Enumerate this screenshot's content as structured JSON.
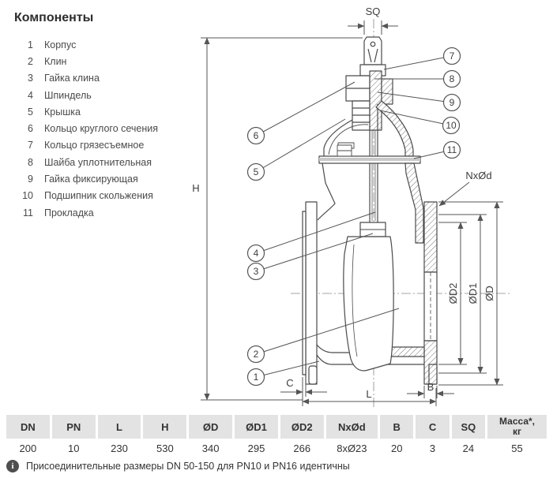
{
  "components": {
    "title": "Компоненты",
    "items": [
      {
        "num": "1",
        "label": "Корпус"
      },
      {
        "num": "2",
        "label": "Клин"
      },
      {
        "num": "3",
        "label": "Гайка клина"
      },
      {
        "num": "4",
        "label": "Шпиндель"
      },
      {
        "num": "5",
        "label": "Крышка"
      },
      {
        "num": "6",
        "label": "Кольцо круглого сечения"
      },
      {
        "num": "7",
        "label": "Кольцо грязесъемное"
      },
      {
        "num": "8",
        "label": "Шайба уплотнительная"
      },
      {
        "num": "9",
        "label": "Гайка фиксирующая"
      },
      {
        "num": "10",
        "label": "Подшипник скольжения"
      },
      {
        "num": "11",
        "label": "Прокладка"
      }
    ]
  },
  "drawing": {
    "dims": {
      "sq": "SQ",
      "h": "H",
      "l": "L",
      "b": "B",
      "c": "C",
      "nxod": "NxØd",
      "od": "ØD",
      "od1": "ØD1",
      "od2": "ØD2"
    },
    "callouts": [
      "1",
      "2",
      "3",
      "4",
      "5",
      "6",
      "7",
      "8",
      "9",
      "10",
      "11"
    ]
  },
  "table": {
    "columns": [
      "DN",
      "PN",
      "L",
      "H",
      "ØD",
      "ØD1",
      "ØD2",
      "NxØd",
      "B",
      "C",
      "SQ"
    ],
    "mass_header": {
      "line1": "Масса*,",
      "line2": "кг"
    },
    "values": [
      "200",
      "10",
      "230",
      "530",
      "340",
      "295",
      "266",
      "8xØ23",
      "20",
      "3",
      "24",
      "55"
    ]
  },
  "note": {
    "icon": "i",
    "text": "Присоединительные размеры DN 50-150 для PN10 и PN16 идентичны"
  },
  "colors": {
    "line": "#4a4a4a",
    "dim": "#555555",
    "text": "#333333",
    "table_header_bg": "#e3e3e3",
    "note_icon_bg": "#4f4f4f",
    "gasket": "#c9c9c9"
  }
}
